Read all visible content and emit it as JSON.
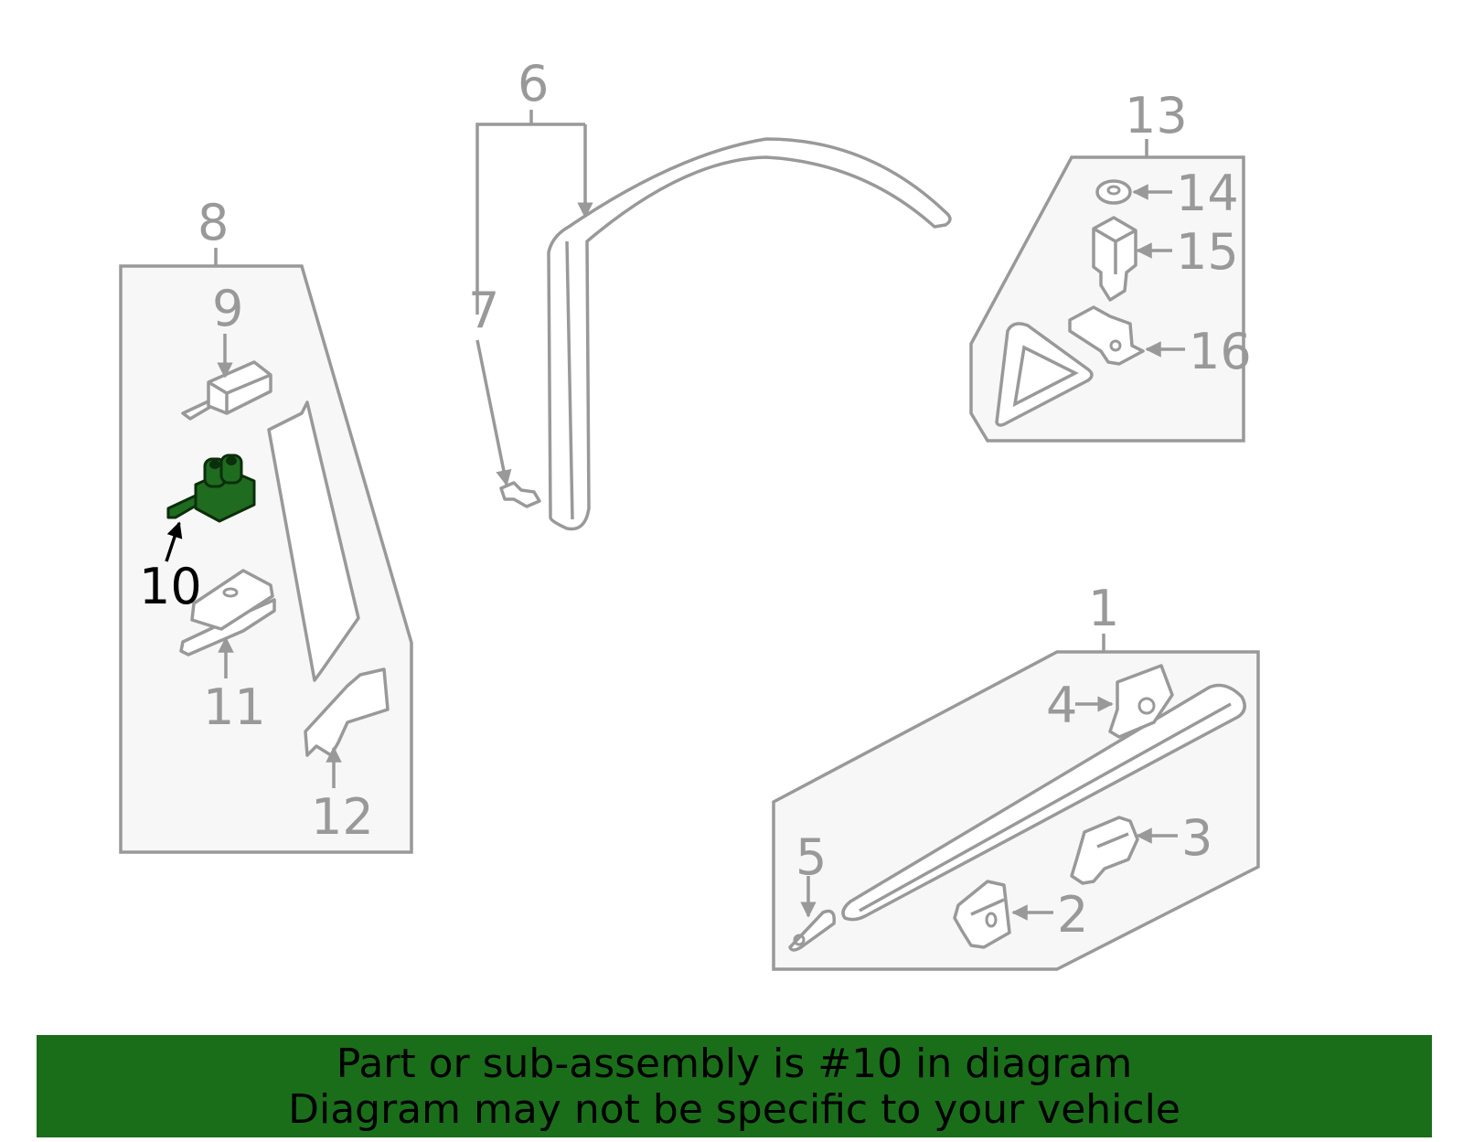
{
  "highlight_color": "#1a6e1a",
  "callouts": {
    "c1": "1",
    "c2": "2",
    "c3": "3",
    "c4": "4",
    "c5": "5",
    "c6": "6",
    "c7": "7",
    "c8": "8",
    "c9": "9",
    "c10": "10",
    "c11": "11",
    "c12": "12",
    "c13": "13",
    "c14": "14",
    "c15": "15",
    "c16": "16"
  },
  "banner": {
    "line1": "Part or sub-assembly is #10 in diagram",
    "line2": "Diagram may not be specific to your vehicle"
  }
}
